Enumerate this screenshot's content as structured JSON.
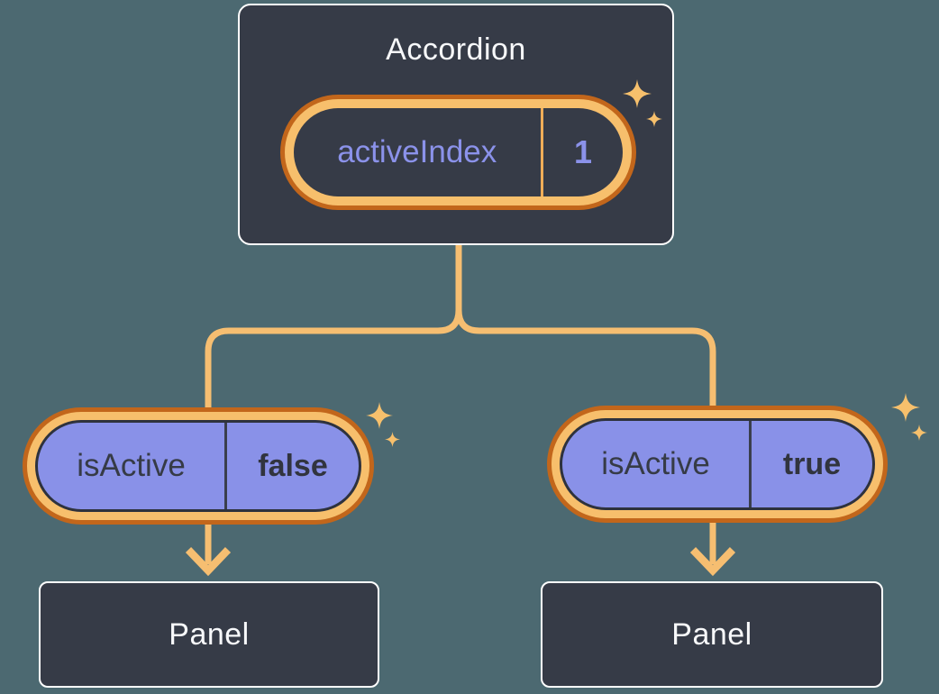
{
  "colors": {
    "background": "#4C6971",
    "node_fill": "#363B47",
    "node_border": "#FFFFFF",
    "pill_ring_outer": "#C2661B",
    "pill_ring_inner": "#F7BF6C",
    "prop_pill_fill": "#8991E8",
    "state_text": "#8B92EA",
    "prop_text": "#363B46",
    "connector": "#F6BE71",
    "sparkle": "#F7C06C"
  },
  "tree": {
    "root": {
      "title": "Accordion",
      "state": {
        "name": "activeIndex",
        "value": "1"
      }
    },
    "children": [
      {
        "prop_name": "isActive",
        "prop_value": "false",
        "panel_title": "Panel"
      },
      {
        "prop_name": "isActive",
        "prop_value": "true",
        "panel_title": "Panel"
      }
    ]
  }
}
